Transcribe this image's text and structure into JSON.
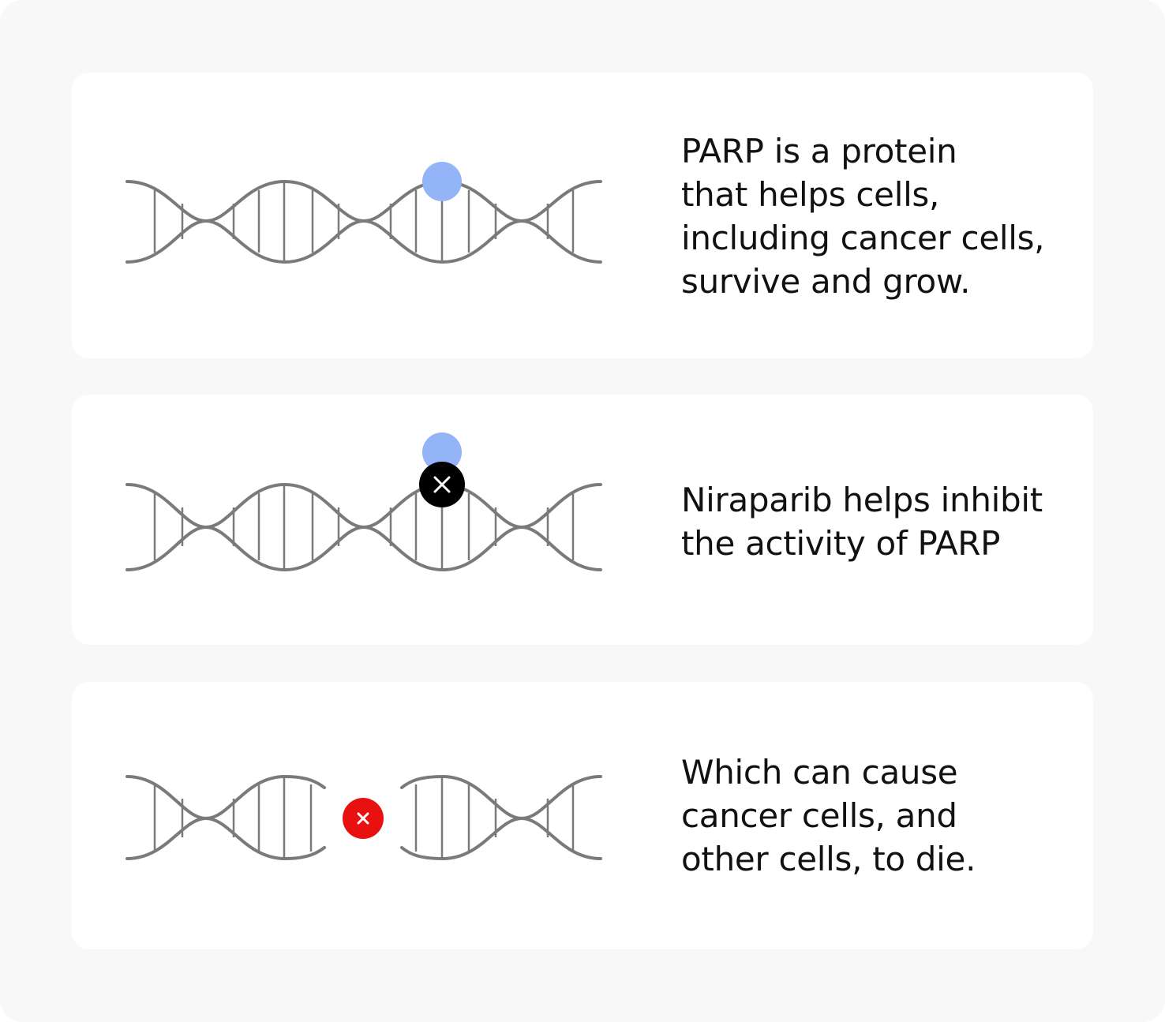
{
  "colors": {
    "page_background": "#f8f8f8",
    "panel_background": "#ffffff",
    "dna_strand": "#7a7a7a",
    "parp_protein": "#93b4f6",
    "inhibitor": "#000000",
    "break_marker": "#e8110f",
    "text": "#111111"
  },
  "panels": [
    {
      "caption_lines": [
        "PARP is a protein",
        "that helps cells,",
        "including cancer cells,",
        "survive and grow."
      ]
    },
    {
      "caption_lines": [
        "Niraparib helps inhibit",
        "the activity of PARP"
      ]
    },
    {
      "caption_lines": [
        "Which can cause",
        "cancer cells, and",
        "other cells, to die."
      ]
    }
  ],
  "icons": {
    "parp": "filled-circle",
    "inhibitor": "x-in-circle",
    "break": "x-in-circle"
  }
}
